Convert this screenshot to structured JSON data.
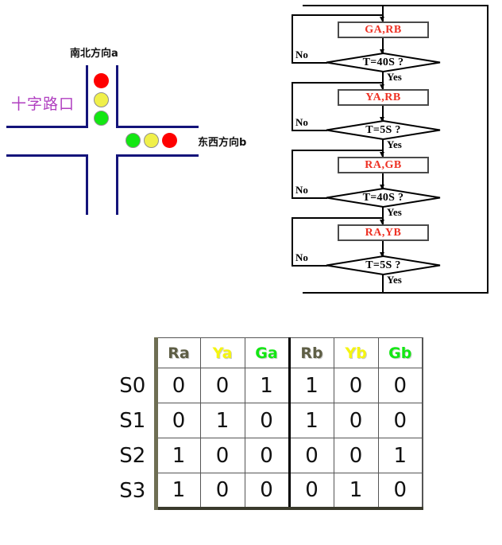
{
  "intersection": {
    "title_crossroad": "十字路口",
    "label_north_south": "南北方向a",
    "label_east_west": "东西方向b",
    "road_color": "#14147a",
    "crossroad_color": "#b03fc0",
    "vertical_signal": [
      {
        "name": "red-lamp",
        "color": "#fe0000"
      },
      {
        "name": "yellow-lamp",
        "color": "#f0f04a"
      },
      {
        "name": "green-lamp",
        "color": "#13e713"
      }
    ],
    "horizontal_signal": [
      {
        "name": "green-lamp",
        "color": "#13e713"
      },
      {
        "name": "yellow-lamp",
        "color": "#f0f04a"
      },
      {
        "name": "red-lamp",
        "color": "#fe0000"
      }
    ]
  },
  "flowchart": {
    "process_color": "#ee3124",
    "steps": [
      {
        "action": "GA,RB",
        "condition": "T=40S ?",
        "no_label": "No",
        "yes_label": "Yes"
      },
      {
        "action": "YA,RB",
        "condition": "T=5S ?",
        "no_label": "No",
        "yes_label": "Yes"
      },
      {
        "action": "RA,GB",
        "condition": "T=40S ?",
        "no_label": "No",
        "yes_label": "Yes"
      },
      {
        "action": "RA,YB",
        "condition": "T=5S ?",
        "no_label": "No",
        "yes_label": "Yes"
      }
    ]
  },
  "truth_table": {
    "columns": [
      {
        "label": "Ra",
        "color": "#5e5e45"
      },
      {
        "label": "Ya",
        "color": "#f5f510"
      },
      {
        "label": "Ga",
        "color": "#13e713"
      },
      {
        "label": "Rb",
        "color": "#5e5e45"
      },
      {
        "label": "Yb",
        "color": "#f5f510"
      },
      {
        "label": "Gb",
        "color": "#13e713"
      }
    ],
    "rows": [
      {
        "state": "S0",
        "values": [
          "0",
          "0",
          "1",
          "1",
          "0",
          "0"
        ]
      },
      {
        "state": "S1",
        "values": [
          "0",
          "1",
          "0",
          "1",
          "0",
          "0"
        ]
      },
      {
        "state": "S2",
        "values": [
          "1",
          "0",
          "0",
          "0",
          "0",
          "1"
        ]
      },
      {
        "state": "S3",
        "values": [
          "1",
          "0",
          "0",
          "0",
          "1",
          "0"
        ]
      }
    ],
    "state_label_color": "#9b2030"
  }
}
